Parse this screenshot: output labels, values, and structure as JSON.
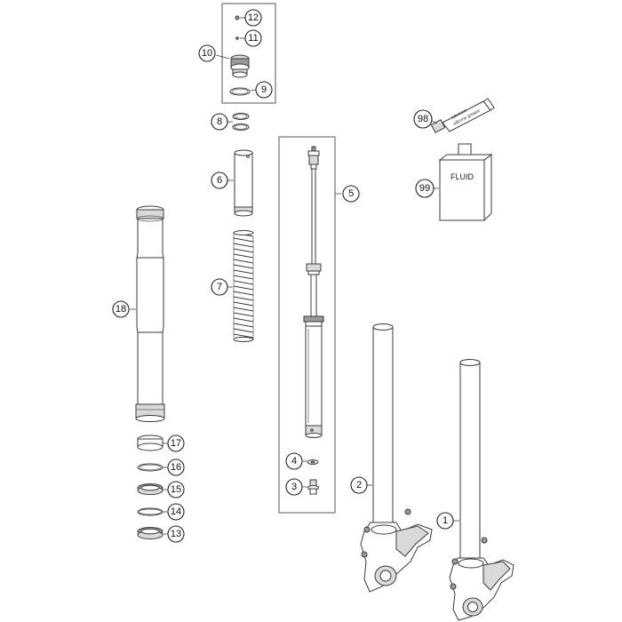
{
  "callouts": {
    "c1": "1",
    "c2": "2",
    "c3": "3",
    "c4": "4",
    "c5": "5",
    "c6": "6",
    "c7": "7",
    "c8": "8",
    "c9": "9",
    "c10": "10",
    "c11": "11",
    "c12": "12",
    "c13": "13",
    "c14": "14",
    "c15": "15",
    "c16": "16",
    "c17": "17",
    "c18": "18",
    "c98": "98",
    "c99": "99"
  },
  "labels": {
    "fluid": "FLUID",
    "tube_line1": "lubricant",
    "tube_line2": "silicone grease"
  },
  "colors": {
    "line": "#3a3a3a",
    "fill": "#ffffff",
    "shade": "#d9d9d9"
  }
}
